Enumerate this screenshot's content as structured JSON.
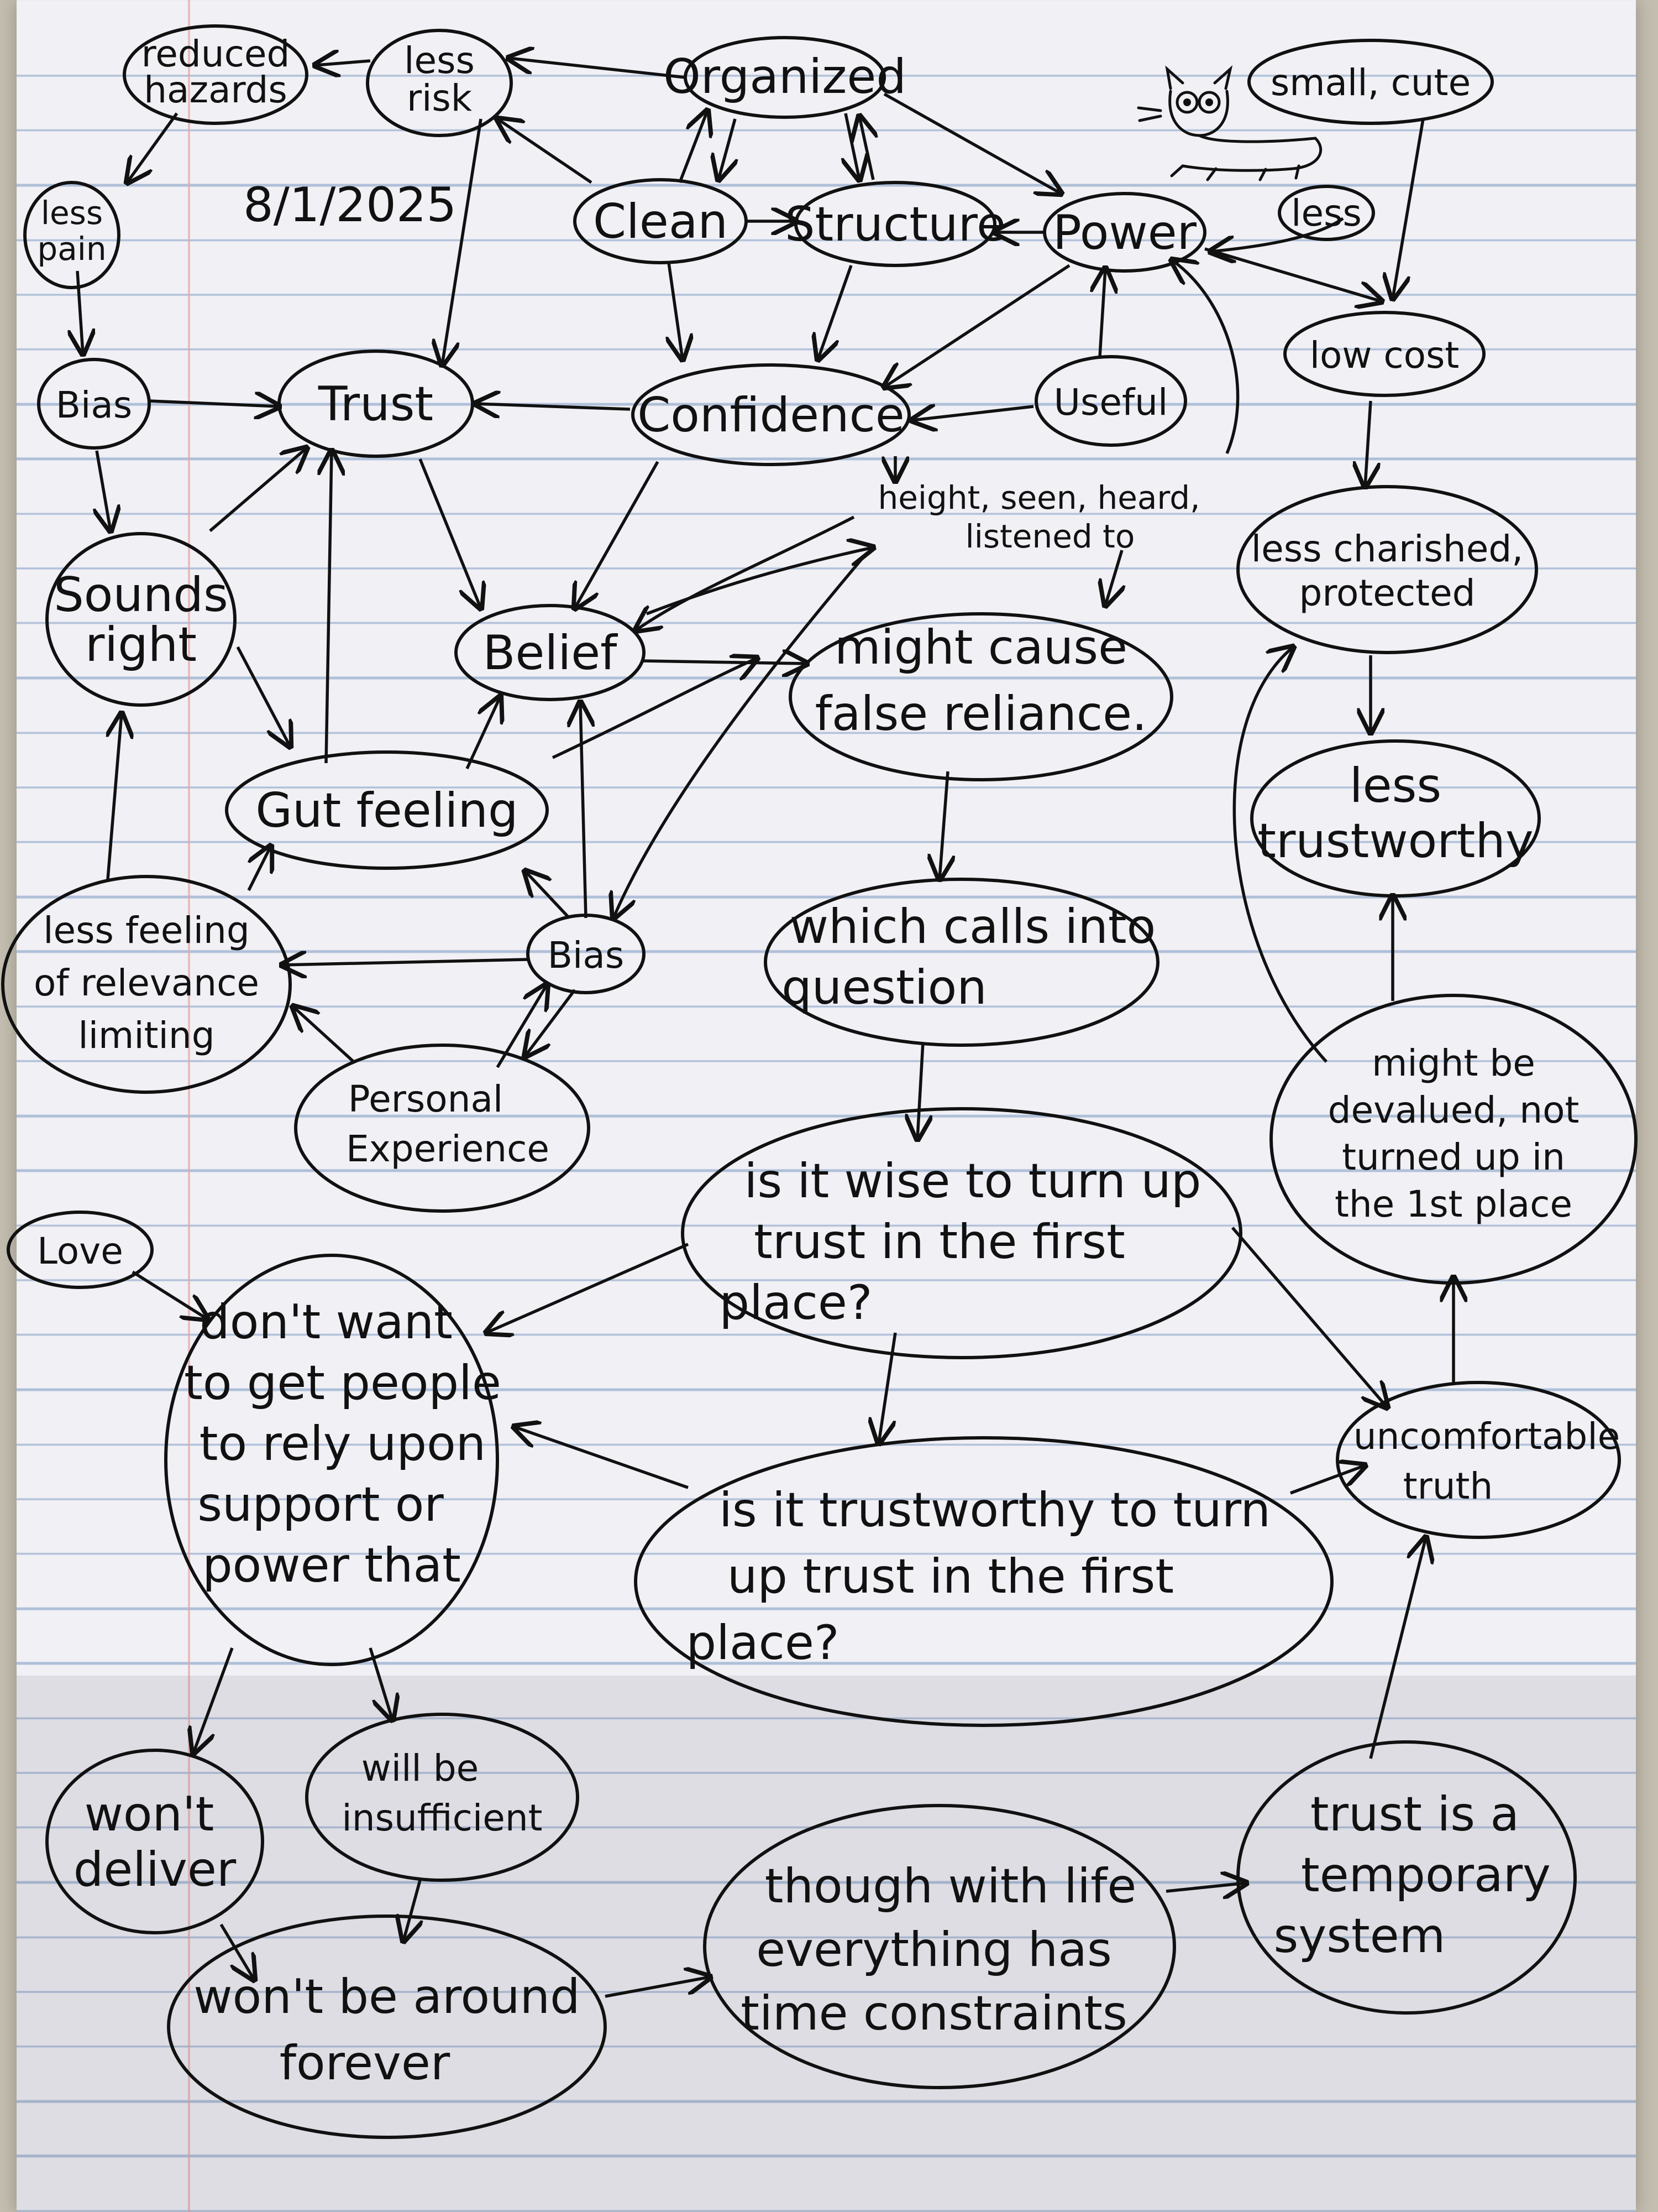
{
  "date": "8/1/2025",
  "nodes": {
    "reduced_hazards": [
      "reduced",
      "hazards"
    ],
    "less_risk": [
      "less",
      "risk"
    ],
    "organized": "Organized",
    "small_cute": "small, cute",
    "less_pain": [
      "less",
      "pain"
    ],
    "clean": "Clean",
    "structure": "Structure",
    "power": "Power",
    "less": "less",
    "bias_top": "Bias",
    "trust": "Trust",
    "confidence": "Confidence",
    "useful": "Useful",
    "low_cost": "low cost",
    "height_seen": [
      "height, seen, heard,",
      "listened to"
    ],
    "less_cherished": [
      "less charished,",
      "protected"
    ],
    "sounds_right": [
      "Sounds",
      "right"
    ],
    "belief": "Belief",
    "might_cause": [
      "might cause",
      "false reliance."
    ],
    "less_trustworthy": [
      "less",
      "trustworthy"
    ],
    "gut_feeling": "Gut feeling",
    "less_feeling": [
      "less feeling",
      "of relevance",
      "limiting"
    ],
    "bias_mid": "Bias",
    "which_calls": [
      "which calls into",
      "question"
    ],
    "personal_experience": [
      "Personal",
      "Experience"
    ],
    "might_be_devalued": [
      "might be",
      "devalued, not",
      "turned up in",
      "the 1st place"
    ],
    "love": "Love",
    "is_it_wise": [
      "is it wise to turn up",
      "trust in the first",
      "place?"
    ],
    "dont_want": [
      "don't want",
      "to get people",
      "to rely upon",
      "support or",
      "power that"
    ],
    "uncomfortable_truth": [
      "uncomfortable",
      "truth"
    ],
    "is_it_trustworthy": [
      "is it trustworthy to turn",
      "up trust in the first",
      "place?"
    ],
    "wont_deliver": [
      "won't",
      "deliver"
    ],
    "will_be_insufficient": [
      "will be",
      "insufficient"
    ],
    "though_with_life": [
      "though with life",
      "everything has",
      "time constraints"
    ],
    "trust_temporary": [
      "trust is a",
      "temporary",
      "system"
    ],
    "wont_be_around": [
      "won't be around",
      "forever"
    ]
  }
}
